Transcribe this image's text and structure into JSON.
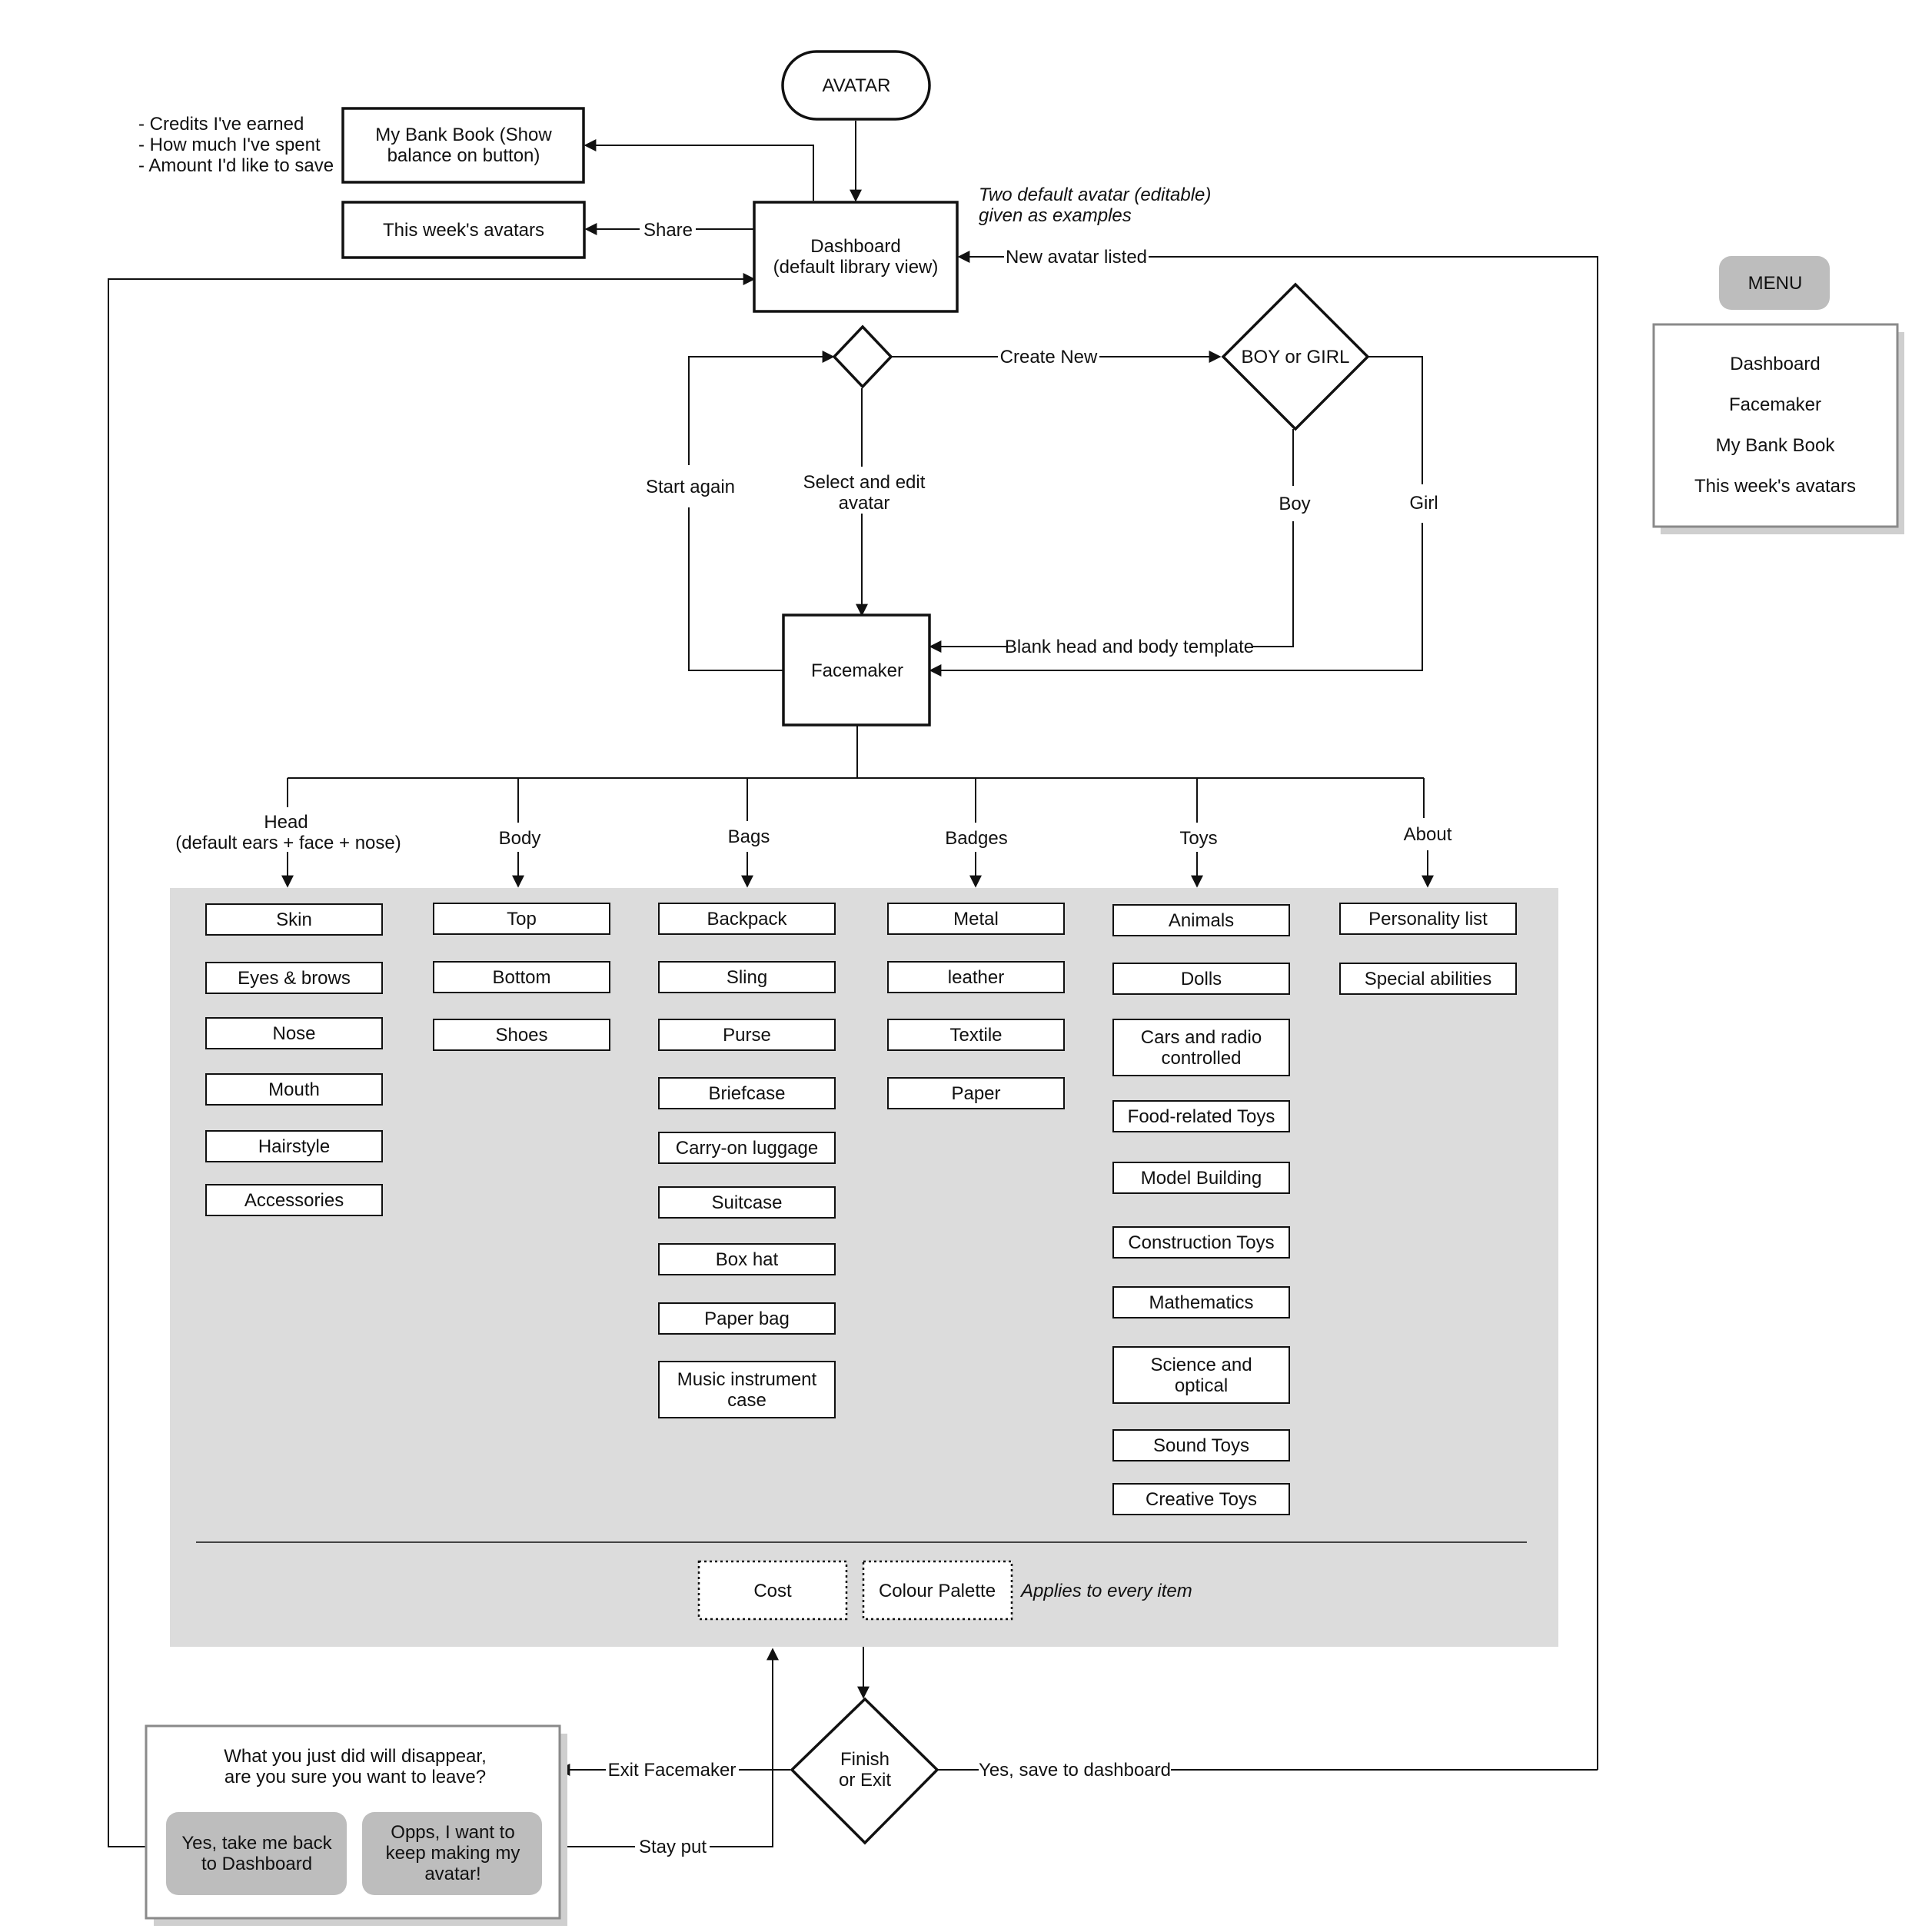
{
  "start": {
    "label": "AVATAR"
  },
  "dashboard": {
    "line1": "Dashboard",
    "line2": "(default library view)"
  },
  "bank_book": {
    "line1": "My Bank Book (Show",
    "line2": "balance on button)",
    "notes": [
      "- Credits I've earned",
      "- How much I've spent",
      "- Amount I'd like to save"
    ]
  },
  "weeks_avatars": {
    "label": "This week's avatars"
  },
  "edges": {
    "share": "Share",
    "new_avatar_listed": "New avatar listed",
    "create_new": "Create New",
    "start_again": "Start again",
    "select_edit_1": "Select and edit",
    "select_edit_2": "avatar",
    "boy": "Boy",
    "girl": "Girl",
    "blank_template": "Blank head and body template",
    "exit_facemaker": "Exit Facemaker",
    "yes_save": "Yes, save to dashboard",
    "stay_put": "Stay put"
  },
  "dashboard_note": {
    "line1": "Two default avatar (editable)",
    "line2": "given as examples"
  },
  "boy_girl": {
    "label": "BOY or GIRL"
  },
  "facemaker": {
    "label": "Facemaker"
  },
  "menu": {
    "button": "MENU",
    "items": [
      "Dashboard",
      "Facemaker",
      "My Bank Book",
      "This week's avatars"
    ]
  },
  "categories": [
    {
      "title": "Head",
      "subtitle": "(default ears + face + nose)",
      "items": [
        "Skin",
        "Eyes & brows",
        "Nose",
        "Mouth",
        "Hairstyle",
        "Accessories"
      ]
    },
    {
      "title": "Body",
      "items": [
        "Top",
        "Bottom",
        "Shoes"
      ]
    },
    {
      "title": "Bags",
      "items": [
        "Backpack",
        "Sling",
        "Purse",
        "Briefcase",
        "Carry-on luggage",
        "Suitcase",
        "Box hat",
        "Paper bag",
        "Music instrument|case"
      ]
    },
    {
      "title": "Badges",
      "items": [
        "Metal",
        "leather",
        "Textile",
        "Paper"
      ]
    },
    {
      "title": "Toys",
      "items": [
        "Animals",
        "Dolls",
        "Cars and radio|controlled",
        "Food-related Toys",
        "Model Building",
        "Construction Toys",
        "Mathematics",
        "Science and|optical",
        "Sound Toys",
        "Creative Toys"
      ]
    },
    {
      "title": "About",
      "items": [
        "Personality list",
        "Special abilities"
      ]
    }
  ],
  "options": {
    "cost": "Cost",
    "palette": "Colour Palette",
    "note": "Applies to every item"
  },
  "finish": {
    "line1": "Finish",
    "line2": "or Exit"
  },
  "exit_dialog": {
    "line1": "What you just did will disappear,",
    "line2": "are you sure you want to leave?",
    "yes": [
      "Yes, take me back",
      "to Dashboard"
    ],
    "no": [
      "Opps, I want to",
      "keep making my",
      "avatar!"
    ]
  }
}
